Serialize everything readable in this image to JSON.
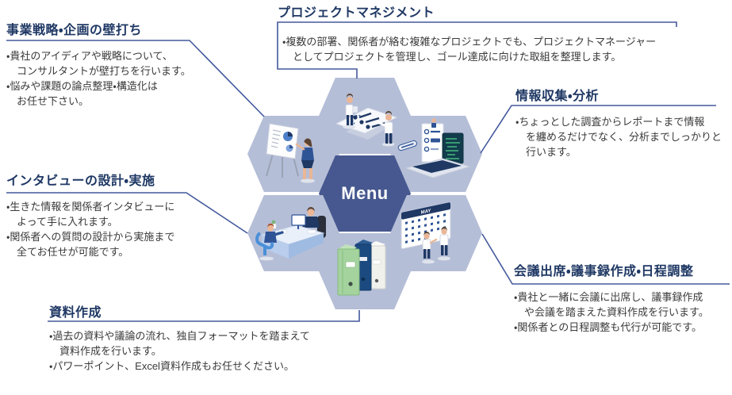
{
  "diagram": {
    "center_label": "Menu",
    "calendar_label": "MAY",
    "colors": {
      "hexagon_outer": "#b5bed7",
      "hexagon_center": "#46588f",
      "title_text": "#1f3864",
      "body_text": "#3a3a3a",
      "connector_line": "#44599c",
      "binder_green": "#a5d39e",
      "binder_navy": "#1b4a80",
      "code_window": "#123c4d",
      "code_text": "#45b97c"
    },
    "sections": [
      {
        "id": "business-strategy",
        "title": "事業戦略・企画の壁打ち",
        "icon": "presentation-easel-illustration",
        "bullets": [
          "貴社のアイディアや戦略について、\nコンサルタントが壁打ちを行います。",
          "悩みや課題の論点整理・構造化は\nお任せ下さい。"
        ]
      },
      {
        "id": "project-management",
        "title": "プロジェクトマネジメント",
        "icon": "project-plan-illustration",
        "bullets": [
          "複数の部署、関係者が絡む複雑なプロジェクトでも、プロジェクトマネージャー\nとしてプロジェクトを管理し、ゴール達成に向けた取組を整理します。"
        ]
      },
      {
        "id": "research-analysis",
        "title": "情報収集・分析",
        "icon": "laptop-code-illustration",
        "bullets": [
          "ちょっとした調査からレポートまで情報\nを纏めるだけでなく、分析までしっかりと\n行います。"
        ]
      },
      {
        "id": "interview-design",
        "title": "インタビューの設計・実施",
        "icon": "interview-desk-illustration",
        "bullets": [
          "生きた情報を関係者インタビューに\nよって手に入れます。",
          "関係者への質問の設計から実施まで\n全てお任せが可能です。"
        ]
      },
      {
        "id": "meeting-support",
        "title": "会議出席・議事録作成・日程調整",
        "icon": "calendar-illustration",
        "bullets": [
          "貴社と一緒に会議に出席し、議事録作成\nや会議を踏まえた資料作成を行います。",
          "関係者との日程調整も代行が可能です。"
        ]
      },
      {
        "id": "document-creation",
        "title": "資料作成",
        "icon": "binders-illustration",
        "bullets": [
          "過去の資料や議論の流れ、独自フォーマットを踏まえて\n資料作成を行います。",
          "パワーポイント、Excel資料作成もお任せください。"
        ]
      }
    ]
  }
}
